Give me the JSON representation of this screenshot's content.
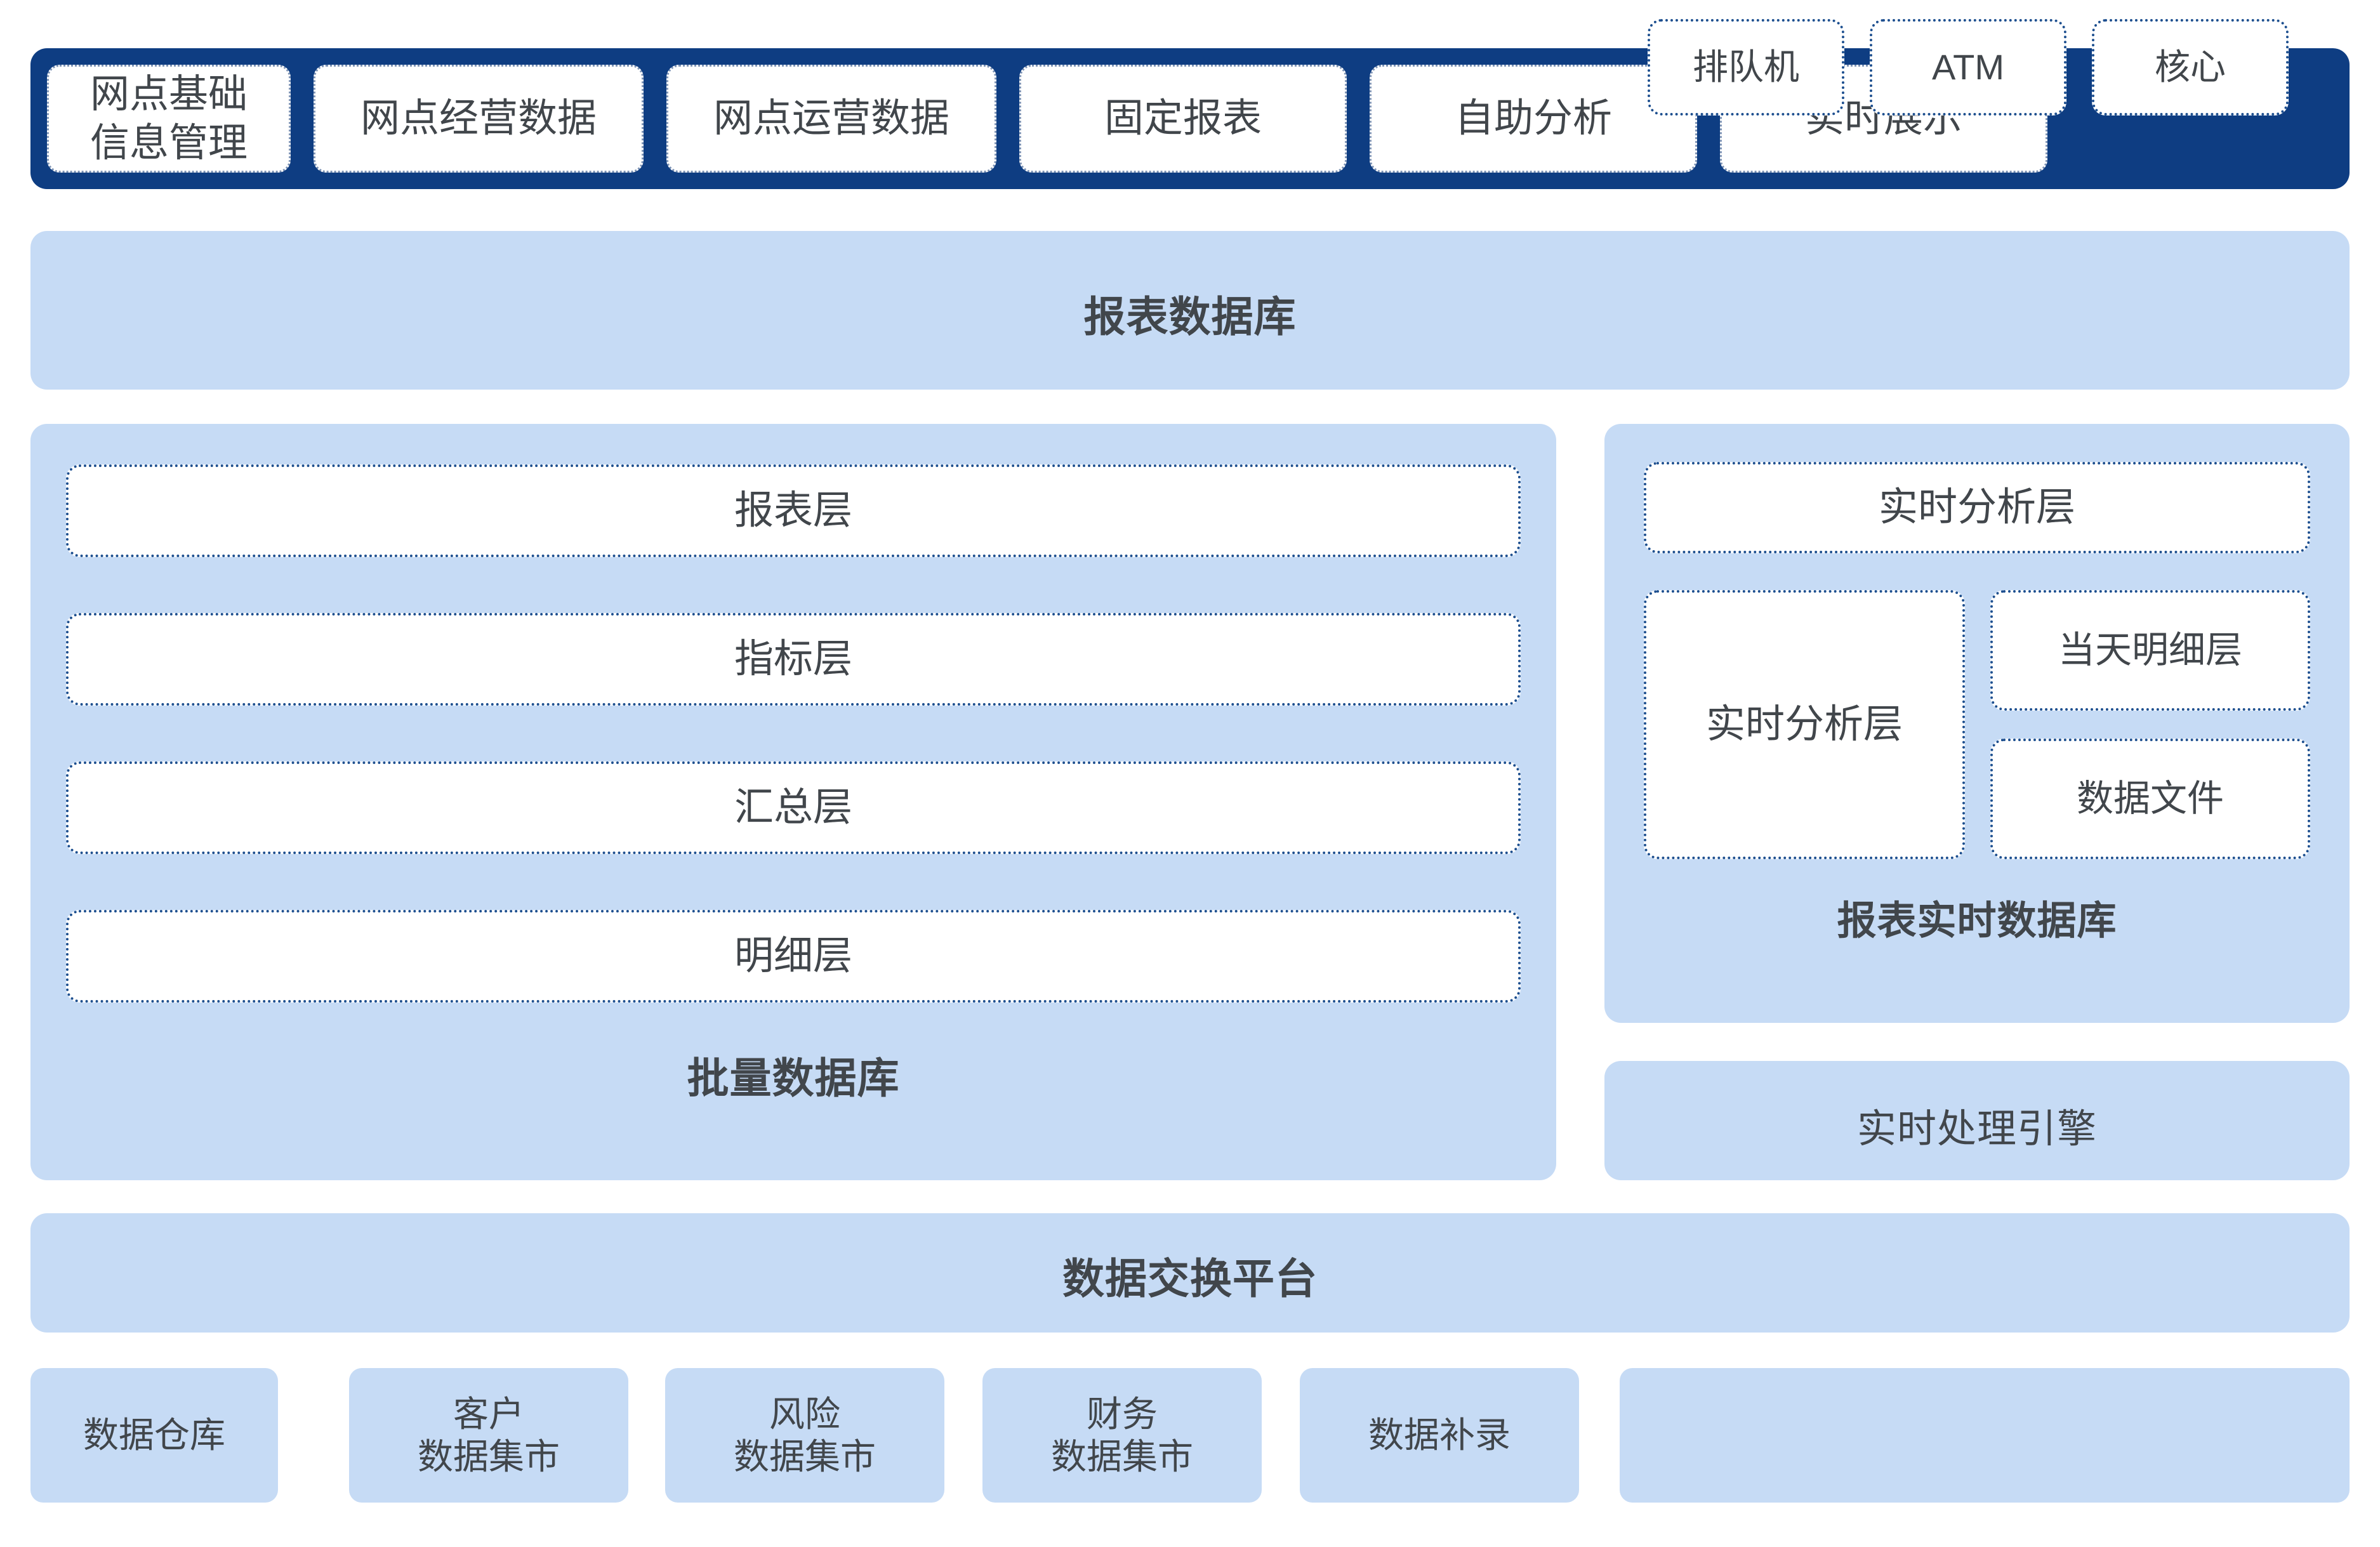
{
  "colors": {
    "navy": "#0e3d82",
    "light_blue": "#c6dbf5",
    "text": "#41464b",
    "dotted_border": "#1d4f8f",
    "white": "#ffffff"
  },
  "top_bar": {
    "items": [
      {
        "label": "网点基础\n信息管理"
      },
      {
        "label": "网点经营数据"
      },
      {
        "label": "网点运营数据"
      },
      {
        "label": "固定报表"
      },
      {
        "label": "自助分析"
      },
      {
        "label": "实时展示"
      }
    ]
  },
  "report_db": {
    "title": "报表数据库"
  },
  "batch_db": {
    "title": "批量数据库",
    "layers": [
      {
        "label": "报表层"
      },
      {
        "label": "指标层"
      },
      {
        "label": "汇总层"
      },
      {
        "label": "明细层"
      }
    ]
  },
  "realtime_db": {
    "title": "报表实时数据库",
    "analysis_layer_top": "实时分析层",
    "analysis_layer_left": "实时分析层",
    "today_detail_layer": "当天明细层",
    "data_file": "数据文件"
  },
  "realtime_engine": {
    "title": "实时处理引擎"
  },
  "exchange_platform": {
    "title": "数据交换平台"
  },
  "sources": [
    {
      "label": "数据仓库"
    },
    {
      "label": "客户\n数据集市"
    },
    {
      "label": "风险\n数据集市"
    },
    {
      "label": "财务\n数据集市"
    },
    {
      "label": "数据补录"
    }
  ],
  "channels": [
    {
      "label": "排队机"
    },
    {
      "label": "ATM"
    },
    {
      "label": "核心"
    }
  ]
}
